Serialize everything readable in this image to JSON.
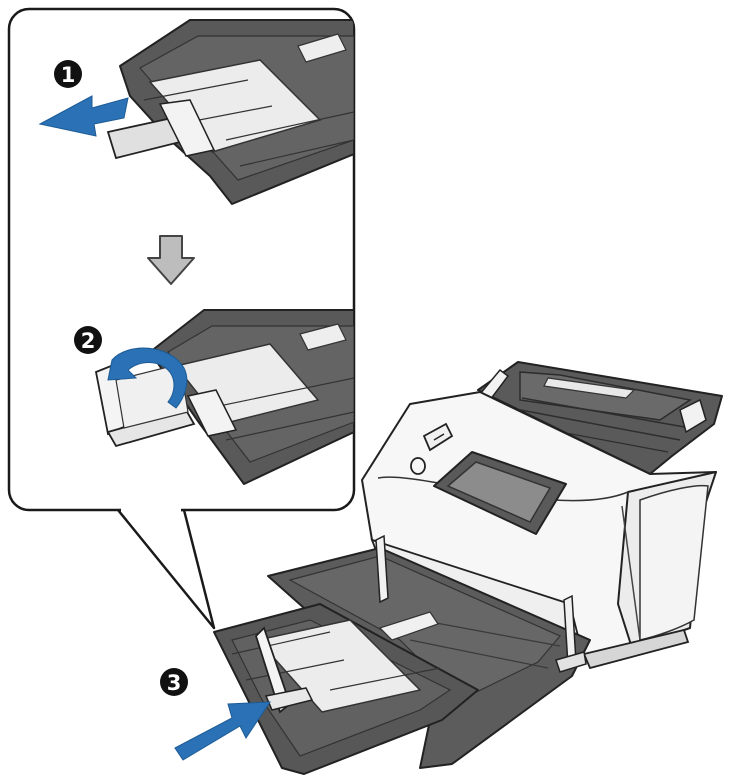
{
  "steps": [
    {
      "number": "1",
      "action": "pull-out-extension",
      "arrow_icon": "arrow-left-icon"
    },
    {
      "number": "2",
      "action": "flip-up-stopper",
      "arrow_icon": "curved-arrow-icon"
    },
    {
      "number": "3",
      "action": "push-output-tray-in",
      "arrow_icon": "arrow-right-icon"
    }
  ],
  "transition_icon": "arrow-down-outline-icon",
  "colors": {
    "step_badge": "#111111",
    "action_arrow": "#2a72b5",
    "tray_dark": "#4b4b4b",
    "tray_mid": "#5c5c5c",
    "tray_light": "#ededed",
    "scanner_body": "#f7f7f7",
    "outline": "#222222",
    "callout_border": "#1a1a1a"
  }
}
